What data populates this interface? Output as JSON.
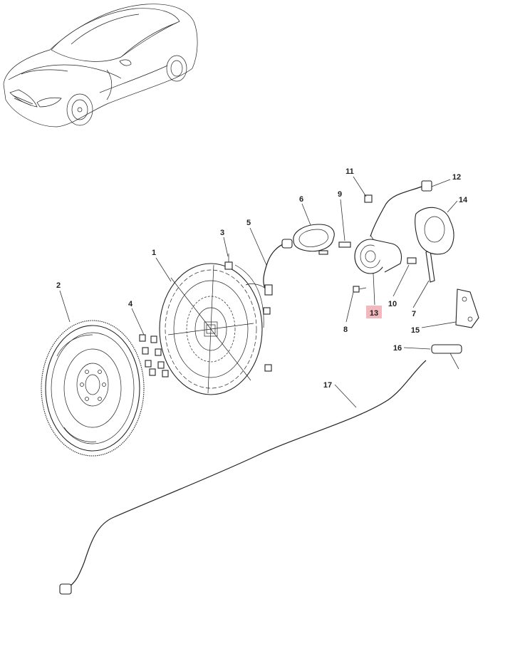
{
  "diagram": {
    "callouts": [
      {
        "id": "1",
        "label": "1",
        "highlighted": false
      },
      {
        "id": "2",
        "label": "2",
        "highlighted": false
      },
      {
        "id": "3",
        "label": "3",
        "highlighted": false
      },
      {
        "id": "4",
        "label": "4",
        "highlighted": false
      },
      {
        "id": "5",
        "label": "5",
        "highlighted": false
      },
      {
        "id": "6",
        "label": "6",
        "highlighted": false
      },
      {
        "id": "7",
        "label": "7",
        "highlighted": false
      },
      {
        "id": "8",
        "label": "8",
        "highlighted": false
      },
      {
        "id": "9",
        "label": "9",
        "highlighted": false
      },
      {
        "id": "10",
        "label": "10",
        "highlighted": false
      },
      {
        "id": "11",
        "label": "11",
        "highlighted": false
      },
      {
        "id": "12",
        "label": "12",
        "highlighted": false
      },
      {
        "id": "13",
        "label": "13",
        "highlighted": true
      },
      {
        "id": "14",
        "label": "14",
        "highlighted": false
      },
      {
        "id": "15",
        "label": "15",
        "highlighted": false
      },
      {
        "id": "16",
        "label": "16",
        "highlighted": false
      },
      {
        "id": "17",
        "label": "17",
        "highlighted": false
      }
    ],
    "highlight_color": "#f2b8bd"
  }
}
